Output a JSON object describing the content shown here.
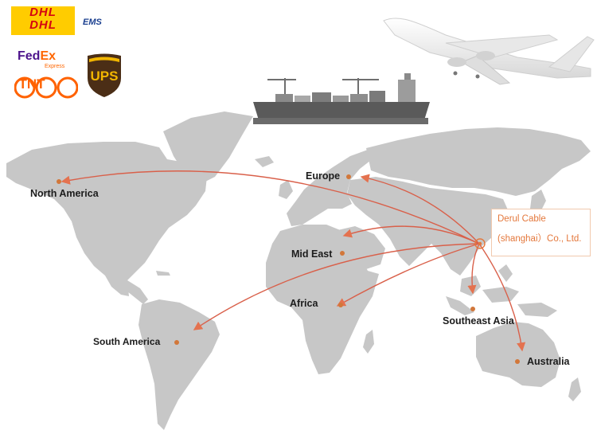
{
  "regions": {
    "north_america": "North America",
    "europe": "Europe",
    "mid_east": "Mid East",
    "africa": "Africa",
    "south_america": "South America",
    "southeast_asia": "Southeast Asia",
    "australia": "Australia"
  },
  "origin": {
    "line1": "Derul Cable",
    "line2": "(shanghai）Co., Ltd."
  },
  "carriers": {
    "dhl": "DHL",
    "ems": "EMS",
    "fedex_fe": "Fed",
    "fedex_ex": "Ex",
    "fedex_sub": "Express",
    "tnt": "TNT",
    "ups": "UPS"
  },
  "colors": {
    "land": "#c7c7c7",
    "route": "#d9604a",
    "dot": "#d2773a",
    "origin_text": "#e4783c"
  }
}
